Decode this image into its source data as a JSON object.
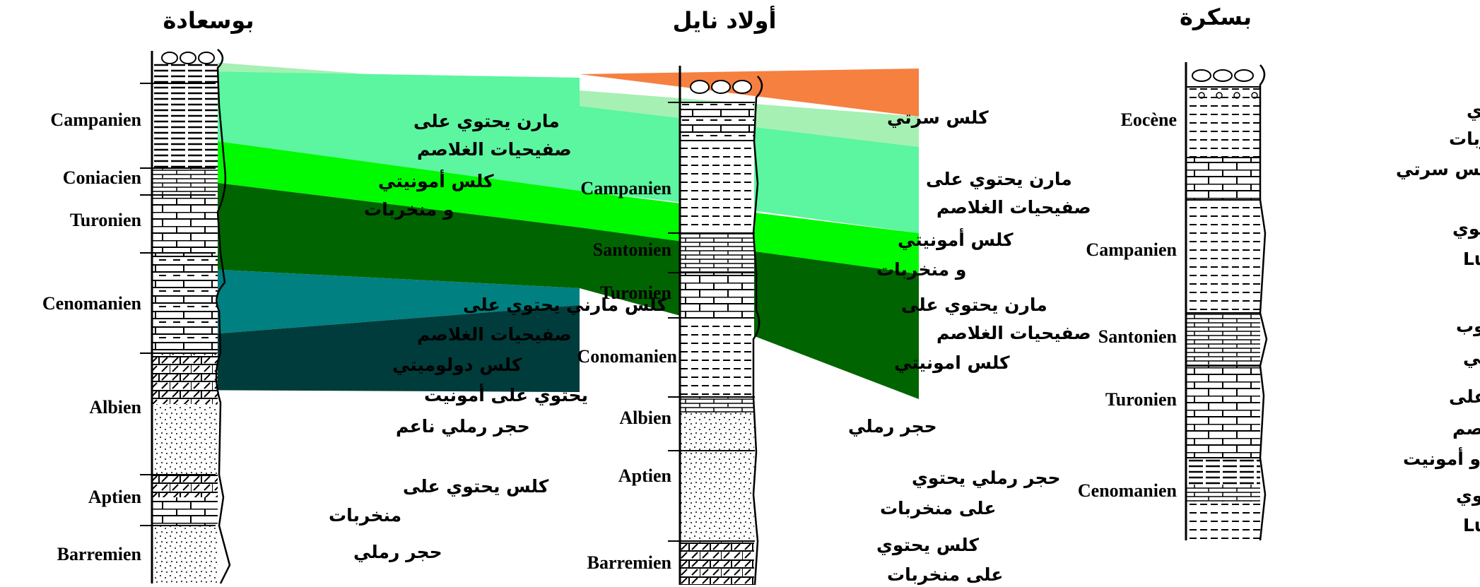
{
  "titles": {
    "left": "بوسعادة",
    "middle": "أولاد نايل",
    "right": "بسكرة"
  },
  "colors": {
    "eocene": "#f58040",
    "light_green": "#a6f0b4",
    "mint": "#5cf5a0",
    "bright_green": "#00fa00",
    "dark_green": "#006400",
    "teal": "#008080",
    "dark_teal": "#003c3c"
  },
  "left_ages": [
    "Campanien",
    "Coniacien",
    "Turonien",
    "Cenomanien",
    "Albien",
    "Aptien",
    "Barremien"
  ],
  "left_desc": [
    "مارن يحتوي على",
    "صفيحيات الغلاصم",
    "كلس أمونيتي",
    "و منخربات",
    "كلس مارني يحتوي على",
    "صفيحيات الغلاصم",
    "كلس دولوميتي",
    "يحتوي على أمونيت",
    "حجر رملي ناعم",
    "كلس يحتوي على",
    "منخربات",
    "حجر رملي"
  ],
  "mid_ages": [
    "Campanien",
    "Santonien",
    "Turonien",
    "Conomanien",
    "Albien",
    "Aptien",
    "Barremien"
  ],
  "mid_desc": [
    "كلس سرتي",
    "مارن يحتوي على",
    "صفيحيات الغلاصم",
    "كلس أمونيتي",
    "و منخربات",
    "مارن يحتوي على",
    "صفيحيات الغلاصم",
    "كلس امونيتي",
    "حجر رملي",
    "حجر رملي يحتوي",
    "على منخربات",
    "كلس يحتوي",
    "على منخربات"
  ],
  "right_ages": [
    "Eocène",
    "Campanien",
    "Santonien",
    "Turonien",
    "Cenomanien"
  ],
  "right_desc": [
    "مارن كلسي يحتوي",
    "على  منخربات",
    "كلس سرتي",
    "مارن كلسي يحتوي",
    "على Lumachelles",
    "مارن رمادي يتناوب",
    "مع الكلس السيليسي",
    "كلس يحتوي على",
    "صفيحيات الغلاصم",
    "و أمونيت",
    "كلس مارني يحتوي",
    "على Lumachelles"
  ]
}
